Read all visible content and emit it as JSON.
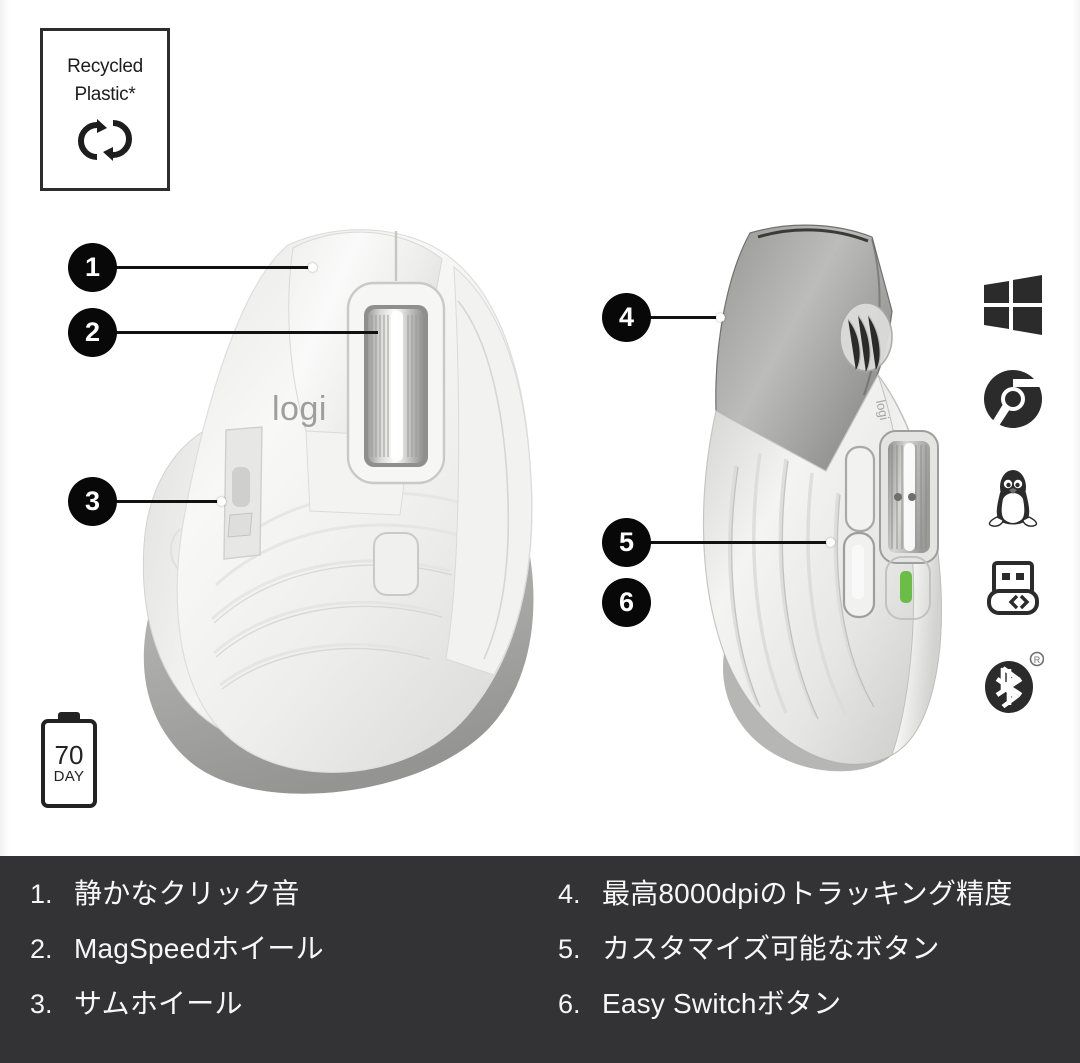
{
  "product": {
    "brand_logo_text": "logi",
    "view_left": "mouse-top-view",
    "view_right": "mouse-side-view"
  },
  "recycled_badge": {
    "line1": "Recycled",
    "line2": "Plastic*",
    "icon": "recycling-arrows-icon"
  },
  "battery_badge": {
    "value": "70",
    "unit": "DAY",
    "icon": "battery-icon"
  },
  "callouts": [
    {
      "number": "1",
      "name": "callout-marker-1"
    },
    {
      "number": "2",
      "name": "callout-marker-2"
    },
    {
      "number": "3",
      "name": "callout-marker-3"
    },
    {
      "number": "4",
      "name": "callout-marker-4"
    },
    {
      "number": "5",
      "name": "callout-marker-5"
    },
    {
      "number": "6",
      "name": "callout-marker-6"
    }
  ],
  "os_icons": [
    {
      "name": "windows-icon",
      "label": "Windows"
    },
    {
      "name": "chrome-icon",
      "label": "Chrome OS"
    },
    {
      "name": "linux-tux-icon",
      "label": "Linux"
    },
    {
      "name": "logi-bolt-usb-receiver-icon",
      "label": "USB Receiver"
    },
    {
      "name": "bluetooth-icon",
      "label": "Bluetooth",
      "trademark": "®"
    }
  ],
  "legend": {
    "left": [
      {
        "num": "1.",
        "label": "静かなクリック音"
      },
      {
        "num": "2.",
        "label": "MagSpeedホイール"
      },
      {
        "num": "3.",
        "label": "サムホイール"
      }
    ],
    "right": [
      {
        "num": "4.",
        "label": "最高8000dpiのトラッキング精度"
      },
      {
        "num": "5.",
        "label": "カスタマイズ可能なボタン"
      },
      {
        "num": "6.",
        "label": "Easy Switchボタン"
      }
    ]
  },
  "colors": {
    "legend_background": "#333335",
    "legend_text": "#f7f7f7",
    "callout_background": "#080808",
    "callout_text": "#ffffff",
    "led_green": "#6abd45",
    "photo_background": "#ffffff"
  }
}
